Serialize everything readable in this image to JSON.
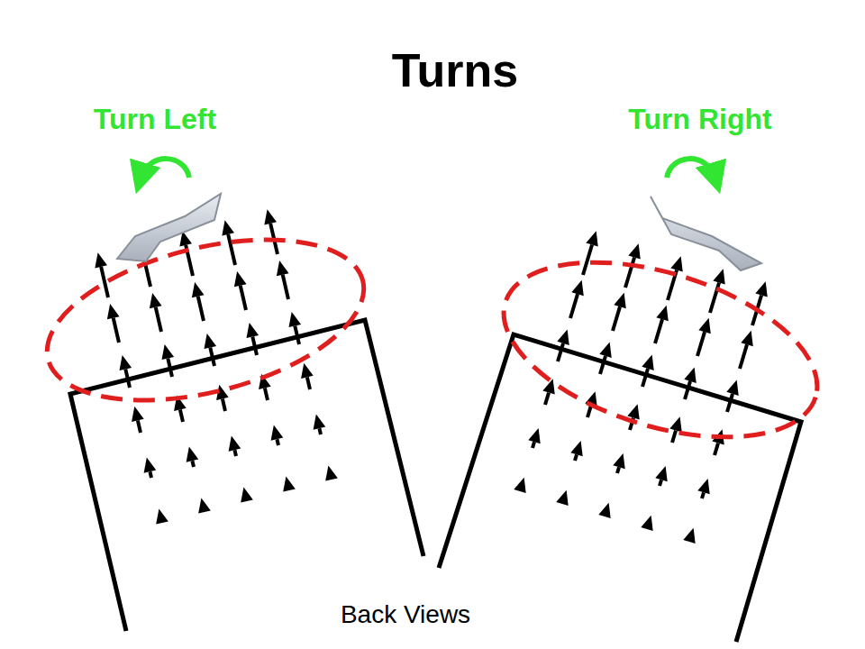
{
  "diagram": {
    "title": "Turns",
    "caption": "Back Views",
    "labels": [
      "Turn Left",
      "Turn Right"
    ]
  }
}
